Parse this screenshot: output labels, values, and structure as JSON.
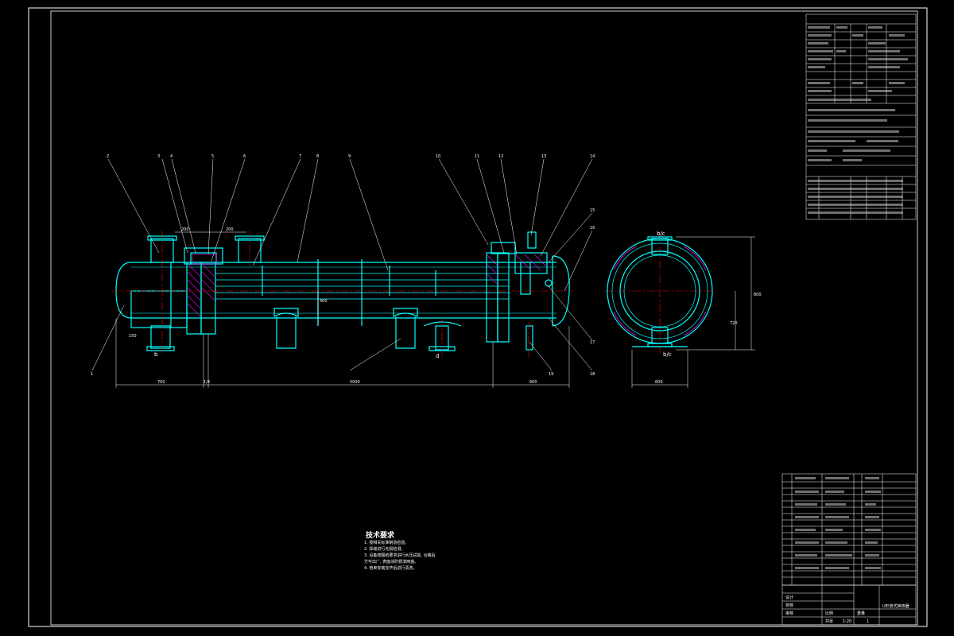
{
  "drawing": {
    "notes_title": "技术要求",
    "notes": [
      "1. 按相关标准制造检验。",
      "2. 焊缝进行无损检测。",
      "3. 设备按图纸要求进行水压试验, 合格后",
      "方可出厂, 表面涂防锈漆两遍。",
      "4. 管束安装完毕后进行清洗。"
    ],
    "part_callouts": [
      "1",
      "2",
      "3",
      "4",
      "5",
      "6",
      "7",
      "8",
      "9",
      "10",
      "11",
      "12",
      "13",
      "14",
      "15",
      "16",
      "17",
      "18",
      "19"
    ],
    "dimensions": {
      "left_end": "700",
      "flange_gap": "1/4",
      "shell_length": "5000",
      "right_end": "600",
      "end_view_width": "600",
      "end_view_height": "800",
      "end_view_inner": "720",
      "nozzle_span_a": "200",
      "nozzle_span_b": "200",
      "mid_height": "400",
      "left_nozzle_height": "150"
    },
    "nozzle_marks": {
      "bottom_left": "b",
      "bottom_mid": "d",
      "end_top": "b/c",
      "end_bottom": "b/c"
    }
  },
  "title_block": {
    "drawing_name": "U形管式换热器",
    "labels": [
      "设计",
      "校核",
      "审核",
      "比例",
      "重量",
      "共张"
    ],
    "values": [
      "1:20",
      "",
      "",
      "1"
    ]
  },
  "colors": {
    "background": "#000000",
    "outline": "#00ffff",
    "frame": "#ffffff",
    "centerline": "#ff0000",
    "hatch": "#ff00ff",
    "accent": "#ffff00"
  }
}
